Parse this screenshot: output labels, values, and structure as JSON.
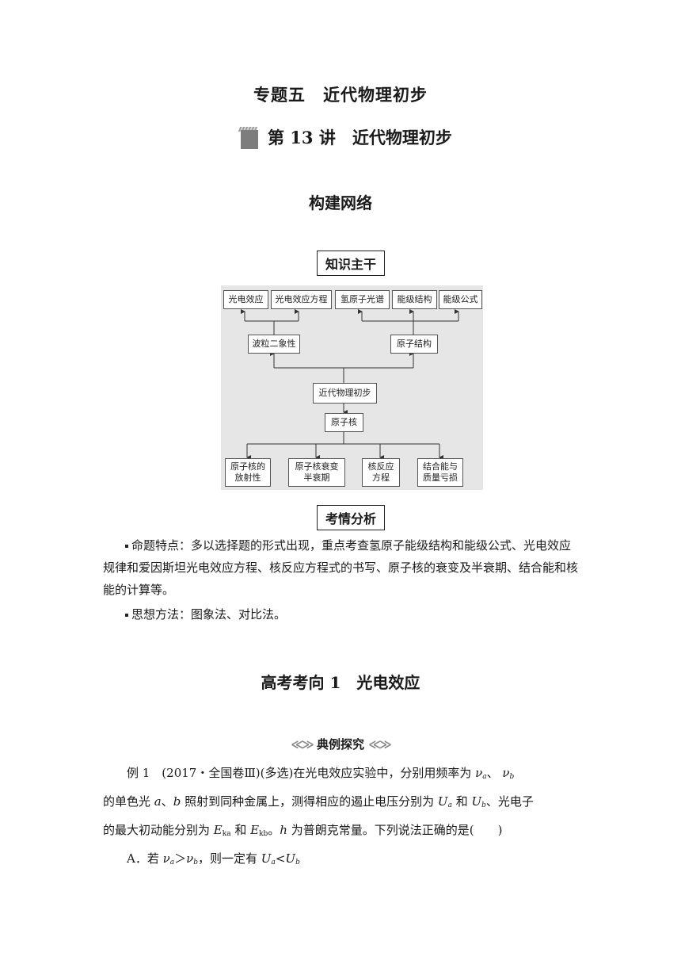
{
  "header": {
    "topic": "专题五　近代物理初步",
    "lecture": "第 13 讲　近代物理初步",
    "section": "构建网络"
  },
  "labels": {
    "knowledge": "知识主干",
    "exam": "考情分析"
  },
  "diagram": {
    "nodes": {
      "pe": "光电效应",
      "pe_eq": "光电效应方程",
      "h_spec": "氢原子光谱",
      "level": "能级结构",
      "level_formula": "能级公式",
      "wave": "波粒二象性",
      "atom": "原子结构",
      "root": "近代物理初步",
      "nucleus": "原子核",
      "radio_1": "原子核的",
      "radio_2": "放射性",
      "decay_1": "原子核衰变",
      "decay_2": "半衰期",
      "react_1": "核反应",
      "react_2": "方程",
      "bind_1": "结合能与",
      "bind_2": "质量亏损"
    }
  },
  "analysis": {
    "feature": "命题特点：多以选择题的形式出现，重点考查氢原子能级结构和能级公式、光电效应规律和爱因斯坦光电效应方程、核反应方程式的书写、原子核的衰变及半衰期、结合能和核能的计算等。",
    "method": "思想方法：图象法、对比法。"
  },
  "direction": "高考考向 1　光电效应",
  "banner": {
    "left": "≪≫",
    "text": "典例探究",
    "right": "≪≫"
  },
  "example": {
    "p1": "例 1　(2017・全国卷Ⅲ)(多选)在光电效应实验中，分别用频率为 ",
    "nu": "ν",
    "a": "a",
    "b": "b",
    "sep1": "、 ",
    "p2": "的单色光 ",
    "p3": "、",
    "p4": " 照射到同种金属上，测得相应的遏止电压分别为 ",
    "U": "U",
    "he": " 和 ",
    "p5": "、光电子",
    "p6": "的最大初动能分别为 ",
    "E": "E",
    "ka": "ka",
    "kb": "kb",
    "p7": "。",
    "h": "h",
    "p8": " 为普朗克常量。下列说法正确的是(　　)",
    "optA1": "A．若 ",
    "gt": "＞",
    "optA2": "，则一定有 ",
    "lt": "<"
  }
}
